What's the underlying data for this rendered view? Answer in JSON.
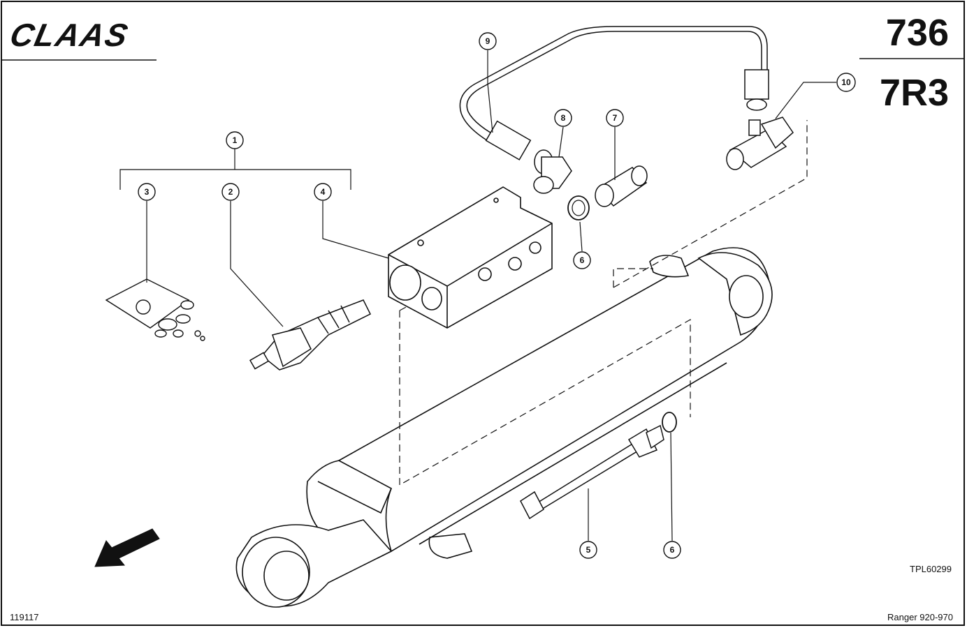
{
  "brand": {
    "logo_text": "CLAAS"
  },
  "header": {
    "page_number": "736",
    "section_code": "7R3"
  },
  "callouts": [
    {
      "number": "1",
      "part": "valve-assembly"
    },
    {
      "number": "2",
      "part": "cartridge-valve"
    },
    {
      "number": "3",
      "part": "seal-kit"
    },
    {
      "number": "4",
      "part": "valve-block"
    },
    {
      "number": "5",
      "part": "hydraulic-pipe"
    },
    {
      "number": "6",
      "part": "seal-ring"
    },
    {
      "number": "7",
      "part": "adapter-fitting"
    },
    {
      "number": "8",
      "part": "banjo-fitting"
    },
    {
      "number": "9",
      "part": "hydraulic-line"
    },
    {
      "number": "10",
      "part": "tee-fitting"
    }
  ],
  "footer": {
    "drawing_number": "119117",
    "figure_code": "TPL60299",
    "model": "Ranger 920-970"
  },
  "icons": {
    "direction": "travel-direction-arrow-icon"
  }
}
